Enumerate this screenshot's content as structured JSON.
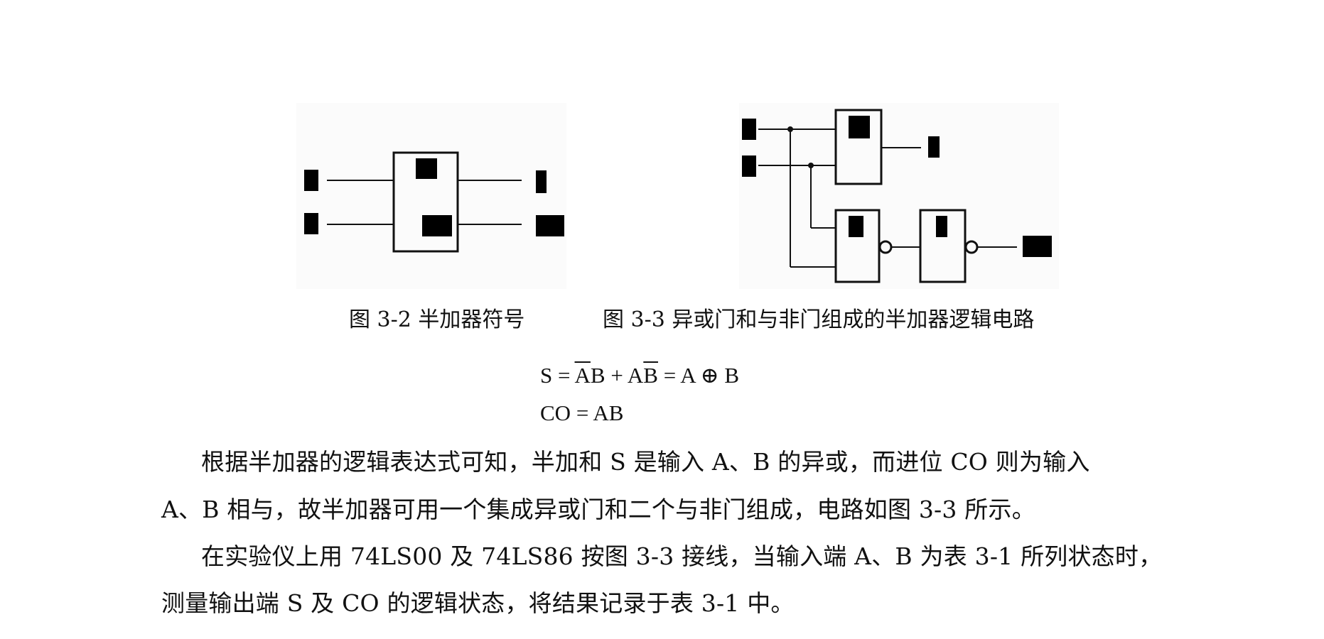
{
  "figure_left": {
    "caption": "图 3-2  半加器符号"
  },
  "figure_right": {
    "caption": "图 3-3  异或门和与非门组成的半加器逻辑电路"
  },
  "formula": {
    "line1": {
      "s": "S",
      "eq1": " = ",
      "a_bar_1": "A",
      "b_1": "B",
      "plus": " + ",
      "a_2": "A",
      "b_bar_2": "B",
      "eq2": " = ",
      "a_3": "A",
      "xor": " ⊕ ",
      "b_3": "B"
    },
    "line2": "CO = AB"
  },
  "body": {
    "paragraph1_line1": "根据半加器的逻辑表达式可知，半加和 S 是输入 A、B 的异或，而进位 CO 则为输入",
    "paragraph1_line2": "A、B 相与，故半加器可用一个集成异或门和二个与非门组成，电路如图 3-3 所示。",
    "paragraph2_line1": "在实验仪上用 74LS00 及 74LS86 按图 3-3 接线，当输入端 A、B 为表 3-1 所列状态时，",
    "paragraph2_line2": "测量输出端 S 及 CO 的逻辑状态，将结果记录于表 3-1 中。"
  }
}
